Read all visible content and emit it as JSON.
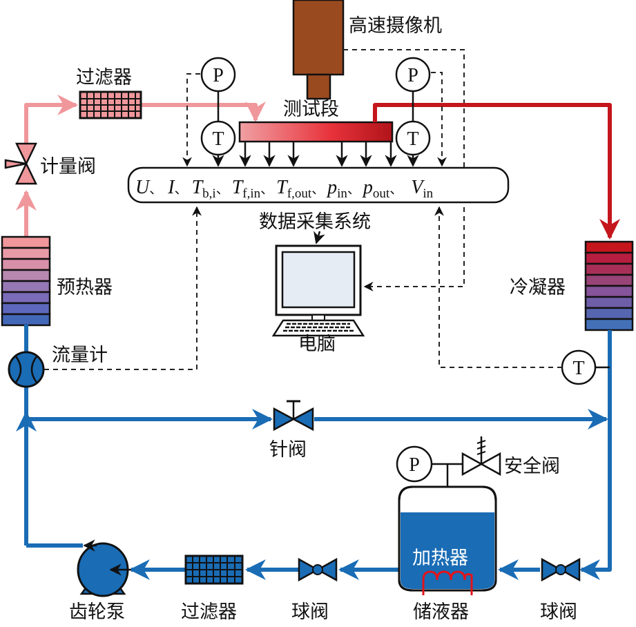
{
  "labels": {
    "camera": "高速摄像机",
    "test_section": "测试段",
    "filter_top": "过滤器",
    "meter_valve": "计量阀",
    "preheater": "预热器",
    "flowmeter": "流量计",
    "daq": "数据采集系统",
    "computer": "电脑",
    "condenser": "冷凝器",
    "needle_valve": "针阀",
    "safety_valve": "安全阀",
    "heater": "加热器",
    "reservoir": "储液器",
    "ball_valve_left": "球阀",
    "ball_valve_right": "球阀",
    "filter_bottom": "过滤器",
    "gear_pump": "齿轮泵"
  },
  "sensors": {
    "pressure": "P",
    "temperature": "T"
  },
  "daq_variables": {
    "U": "U",
    "I": "I",
    "Tb": "T",
    "Tb_sub": "b,i",
    "Tfin": "T",
    "Tfin_sub": "f,in",
    "Tfout": "T",
    "Tfout_sub": "f,out",
    "pin": "p",
    "pin_sub": "in",
    "pout": "p",
    "pout_sub": "out",
    "Vin": "V",
    "Vin_sub": "in",
    "sep": "、"
  },
  "colors": {
    "cold_loop": "#1a6cb5",
    "warm_loop": "#f0979b",
    "hot_loop": "#c4161c",
    "camera": "#9a4a1f"
  }
}
